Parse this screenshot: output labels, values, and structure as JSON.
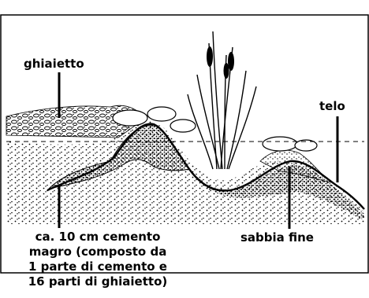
{
  "labels": {
    "gravel": "ghiaietto",
    "liner": "telo",
    "fine_sand": "sabbia fine",
    "concrete": [
      "ca. 10 cm cemento",
      "magro (composto da",
      "1 parte di cemento e",
      "16 parti di ghiaietto)"
    ]
  },
  "colors": {
    "ink": "#000000",
    "paper": "#ffffff"
  }
}
